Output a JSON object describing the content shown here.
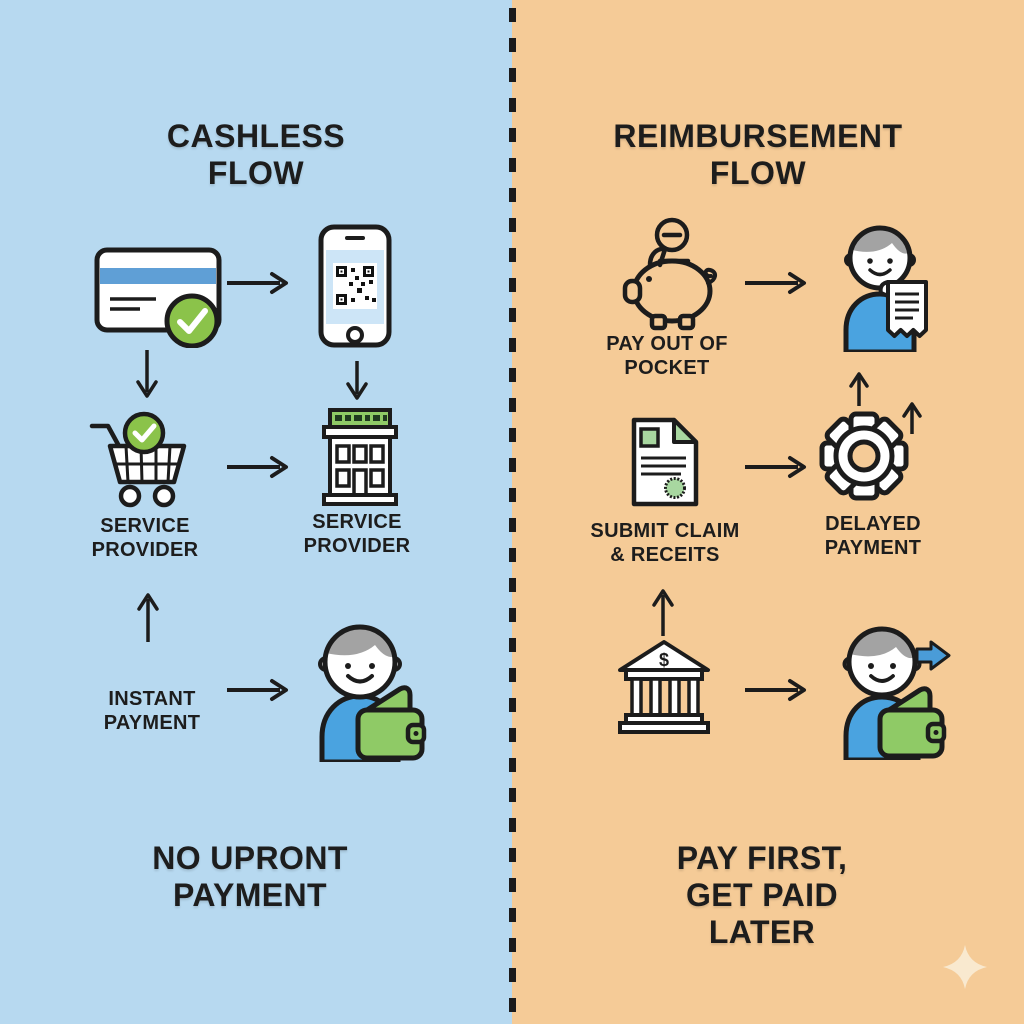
{
  "panels": {
    "left": {
      "title": "CASHLESS FLOW",
      "background_color": "#b7d9f0",
      "labels": {
        "service_provider_cart": "SERVICE\nPROVIDER",
        "service_provider_building": "SERVICE\nPROVIDER",
        "instant_payment": "INSTANT\nPAYMENT"
      },
      "footer": "NO UPRONT\nPAYMENT"
    },
    "right": {
      "title": "REIMBURSEMENT FLOW",
      "background_color": "#f5cb97",
      "labels": {
        "pay_out_of_pocket": "PAY OUT OF\nPOCKET",
        "submit_claim": "SUBMIT CLAIM\n& RECEITS",
        "delayed_payment": "DELAYED\nPAYMENT"
      },
      "footer": "PAY FIRST,\nGET PAID LATER"
    }
  },
  "icons": {
    "left": [
      "credit-card-check-icon",
      "phone-qr-icon",
      "shopping-cart-check-icon",
      "clinic-building-icon",
      "person-wallet-icon"
    ],
    "right": [
      "piggy-bank-coin-icon",
      "person-receipt-icon",
      "claim-document-icon",
      "gear-processing-icon",
      "bank-icon",
      "person-wallet-transfer-icon",
      "sparkle-icon"
    ],
    "bank_dollar": "$"
  },
  "colors": {
    "text": "#1d1d1d",
    "outline": "#1c1c1c",
    "divider": "#1b1b1b",
    "accent_green": "#8bc34a",
    "light_green": "#a8d7a0",
    "wallet_green": "#8fca66",
    "shirt_blue": "#4aa3e0",
    "card_stripe_blue": "#5f9fd6",
    "screen_blue": "#cde5f7",
    "transfer_arrow_blue": "#4a9cd8",
    "hair_gray": "#a3a3a3",
    "sparkle": "#f9e9cf"
  }
}
